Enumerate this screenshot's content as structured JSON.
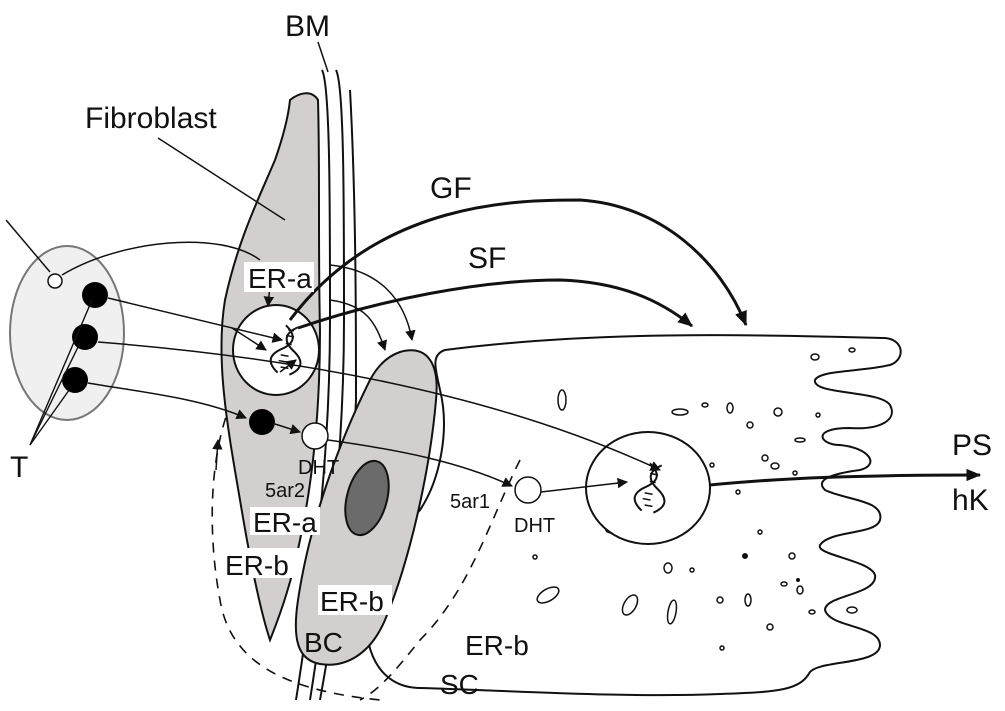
{
  "labels": {
    "bm": "BM",
    "fibroblast": "Fibroblast",
    "gf": "GF",
    "sf": "SF",
    "er_a_top": "ER-a",
    "er_a_low": "ER-a",
    "er_b_fibro": "ER-b",
    "er_b_bc": "ER-b",
    "er_b_sc": "ER-b",
    "dht_left": "DHT",
    "ar2": "5ar2",
    "ar1": "5ar1",
    "dht_right": "DHT",
    "t": "T",
    "bc": "BC",
    "sc": "SC",
    "ps": "PS",
    "hk": "hK"
  },
  "colors": {
    "stroke": "#111111",
    "fibroblast_fill": "#d3cfcf",
    "basal_cell_fill": "#d3cfcf",
    "nucleus_dark": "#6b6b6b",
    "t_molecule": "#000000",
    "vessel_fill": "#f0f0f0"
  },
  "icons": {
    "dna": "dna-helix-icon"
  }
}
